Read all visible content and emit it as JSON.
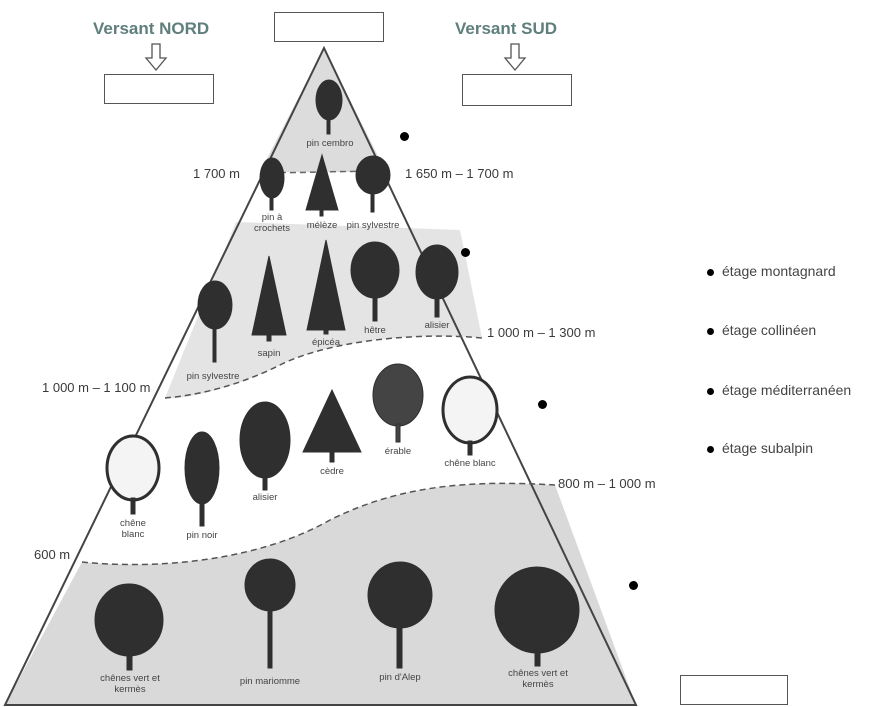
{
  "headers": {
    "north": "Versant NORD",
    "south": "Versant SUD"
  },
  "altitudes": {
    "a1700": "1 700 m",
    "a1650_1700": "1 650 m – 1 700 m",
    "a1000_1300": "1 000 m – 1 300 m",
    "a1000_1100": "1 000 m – 1 100 m",
    "a800_1000": "800 m – 1 000 m",
    "a600": "600 m"
  },
  "legend": [
    "étage montagnard",
    "étage collinéen",
    "étage méditerranéen",
    "étage subalpin"
  ],
  "trees": {
    "summit": "pin cembro",
    "pin_crochets": "pin à crochets",
    "meleze": "mélèze",
    "pin_sylvestre_top": "pin sylvestre",
    "pin_sylvestre": "pin sylvestre",
    "sapin": "sapin",
    "epicea": "épicéa",
    "hetre": "hêtre",
    "alisier_top": "alisier",
    "chene_blanc_left": "chêne blanc",
    "pin_noir": "pin noir",
    "alisier": "alisier",
    "cedre": "cèdre",
    "erable": "érable",
    "chene_blanc_right": "chêne blanc",
    "chenes_left": "chênes vert et kermès",
    "pin_mariomme": "pin mariomme",
    "pin_alep": "pin d'Alep",
    "chenes_right": "chênes vert et kermès"
  },
  "colors": {
    "header": "#5e7f7c",
    "band_shade": "#dcdcdc",
    "tree": "#2f2f2f"
  }
}
